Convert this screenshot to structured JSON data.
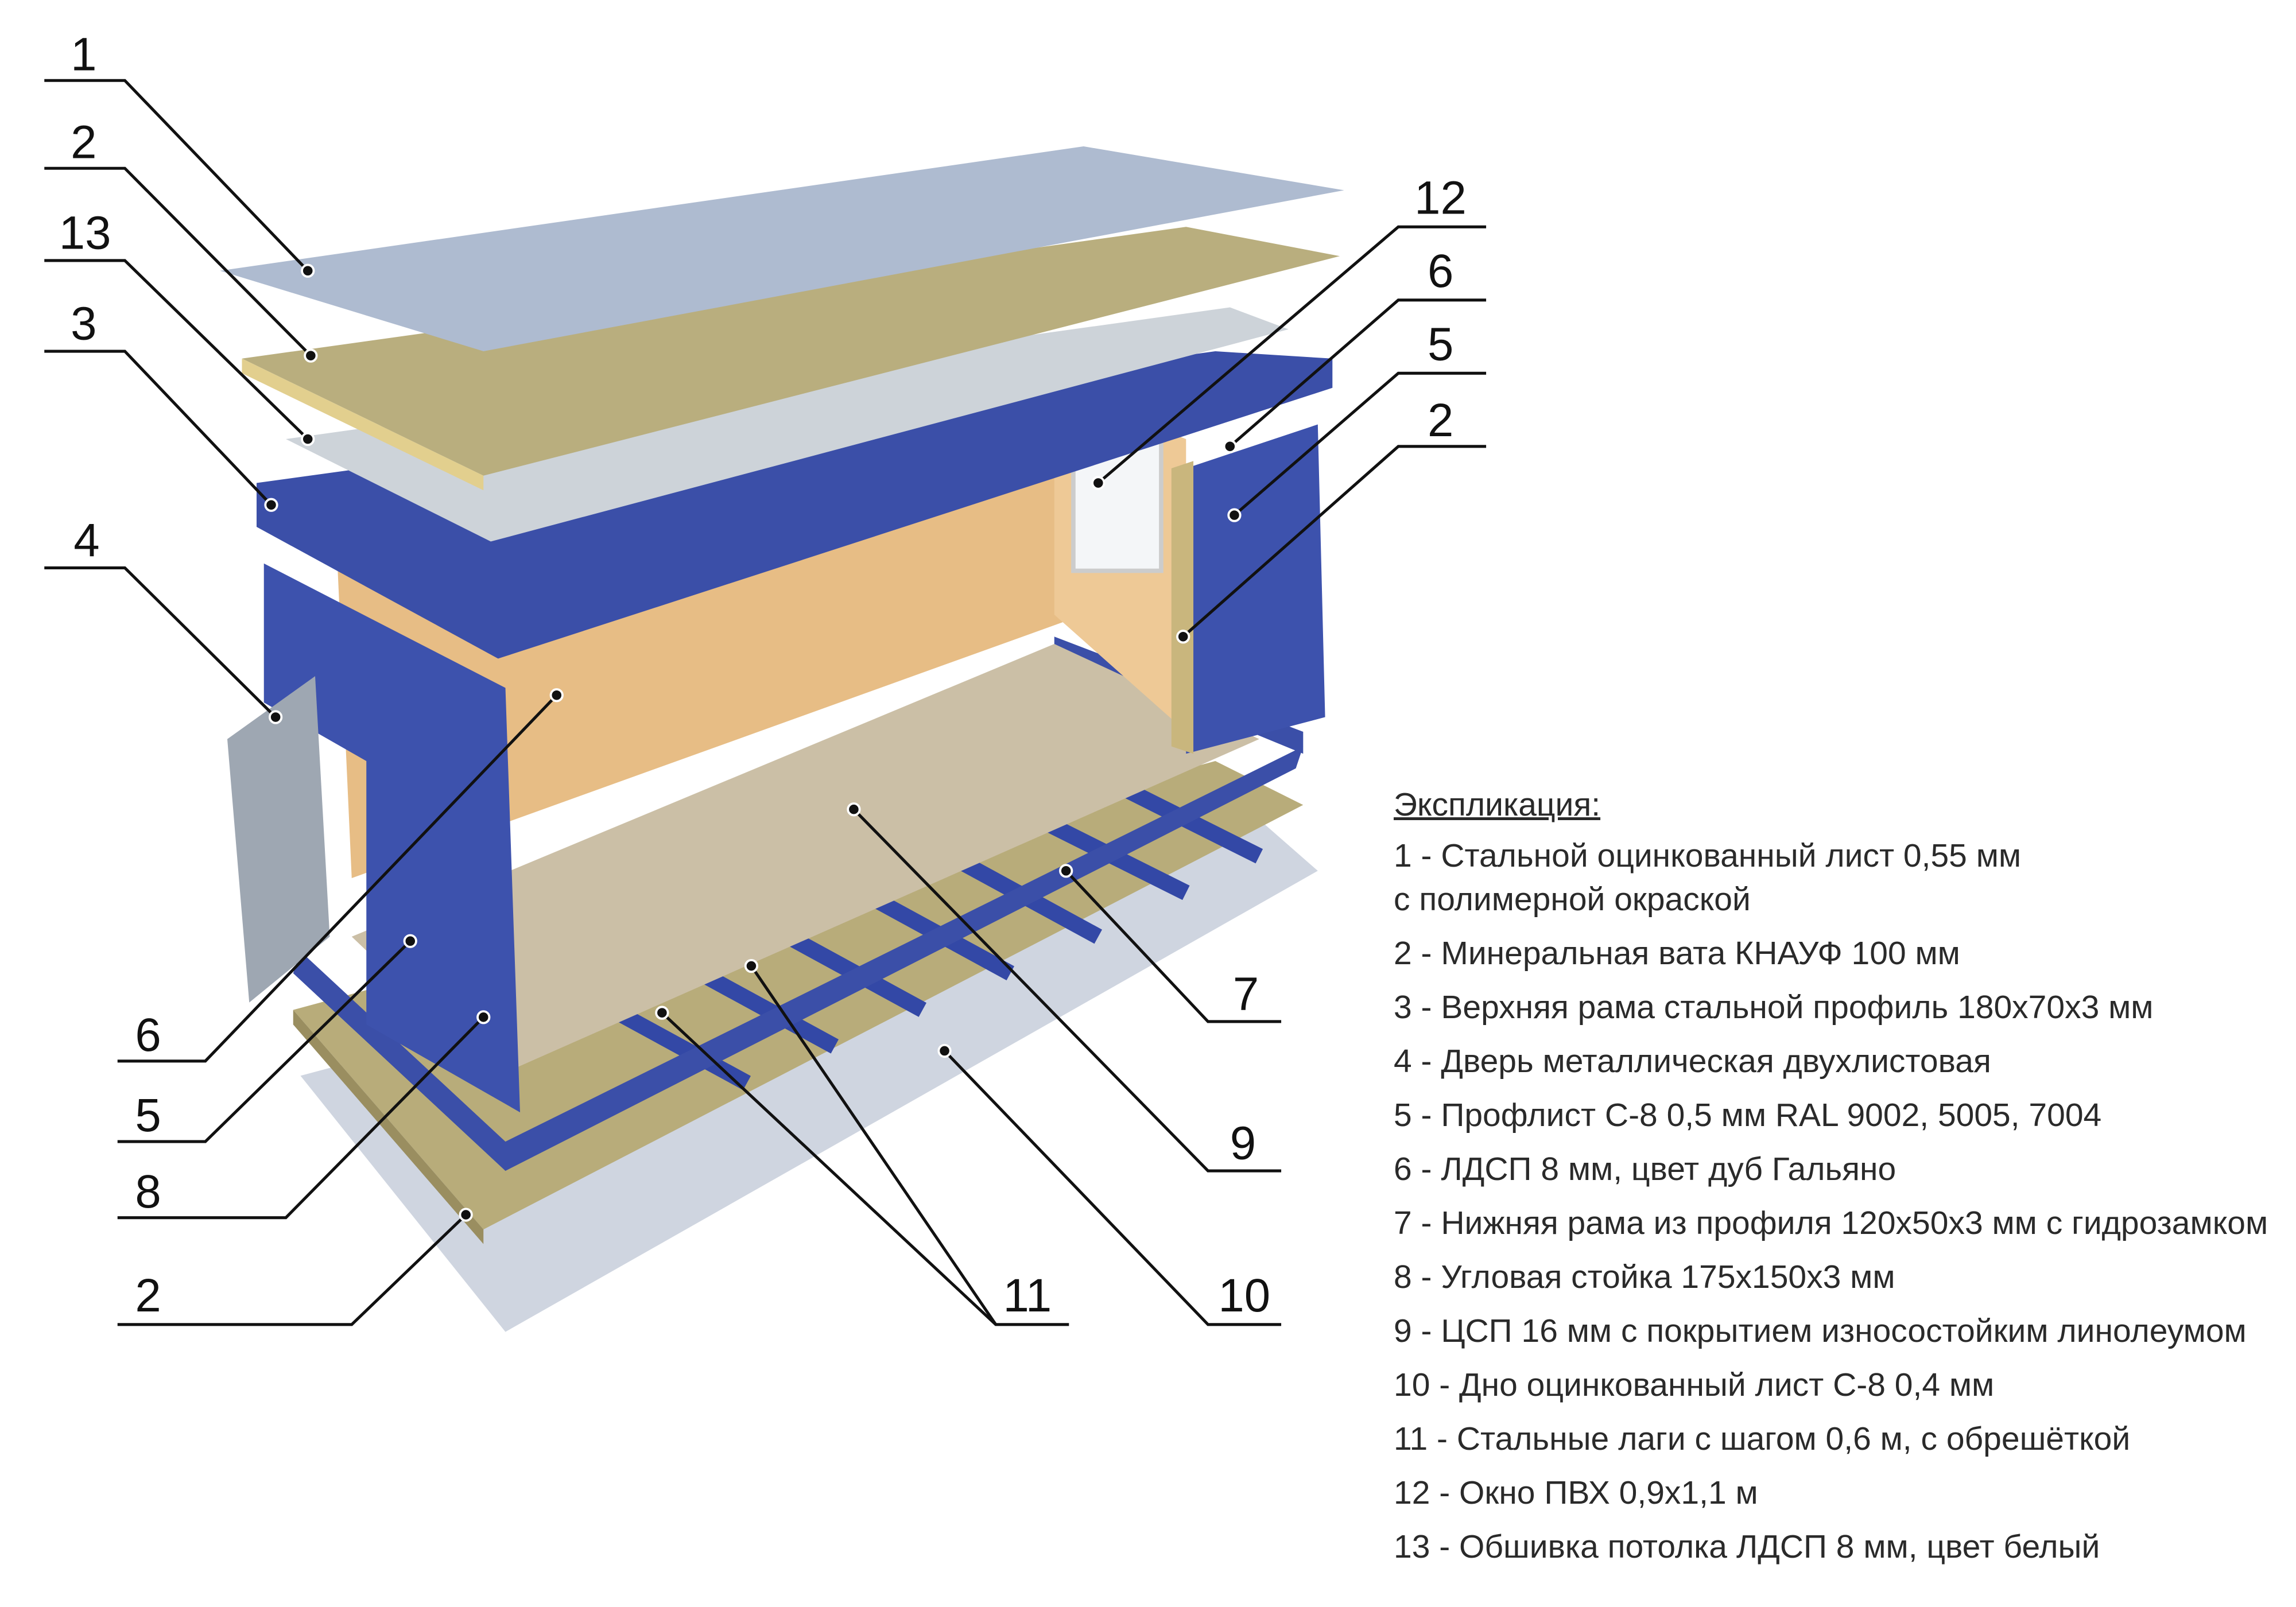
{
  "callouts": {
    "left_top": [
      "1",
      "2",
      "13",
      "3",
      "4"
    ],
    "left_bottom": [
      "6",
      "5",
      "8",
      "2"
    ],
    "bottom": [
      "11",
      "10"
    ],
    "right_lower": [
      "9",
      "7"
    ],
    "right_top": [
      "12",
      "6",
      "5",
      "2"
    ]
  },
  "legend": {
    "title": "Экспликация:",
    "items": [
      "1 - Стальной оцинкованный лист 0,55 мм\nс полимерной окраской",
      "2 - Минеральная вата КНАУФ 100 мм",
      "3 - Верхняя рама стальной профиль 180х70х3 мм",
      "4 - Дверь металлическая двухлистовая",
      "5 - Профлист С-8 0,5 мм RAL 9002, 5005, 7004",
      "6 - ЛДСП 8 мм, цвет дуб Гальяно",
      "7 - Нижняя рама из профиля 120х50х3 мм с гидрозамком",
      "8 - Угловая стойка 175х150х3 мм",
      "9 - ЦСП 16 мм с покрытием износостойким линолеумом",
      "10 - Дно оцинкованный лист С-8 0,4 мм",
      "11 - Стальные лаги с шагом 0,6 м, с обрешёткой",
      "12 - Окно ПВХ 0,9х1,1 м",
      "13 - Обшивка потолка ЛДСП 8 мм, цвет белый"
    ]
  },
  "colors": {
    "frame": "#3b4fa8",
    "wood": "#e7bd85",
    "wool": "#b9ae7e",
    "steel": "#b8c3d3",
    "floor": "#cbbfa6"
  }
}
